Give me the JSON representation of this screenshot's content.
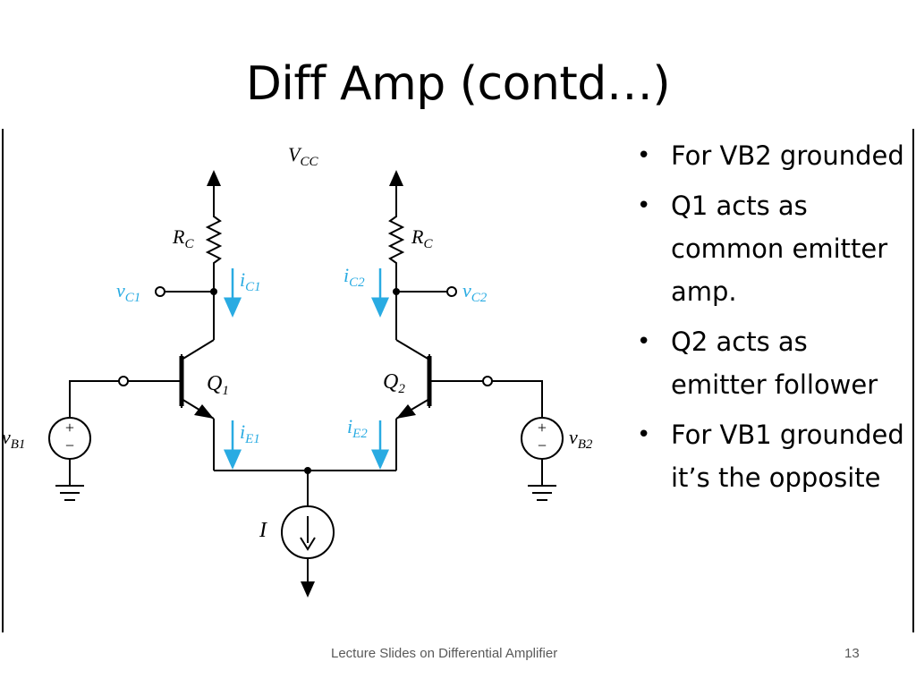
{
  "slide": {
    "title": "Diff Amp (contd…)",
    "footer_text": "Lecture Slides on Differential Amplifier",
    "page_number": "13"
  },
  "bullets": [
    "For VB2 grounded",
    "Q1 acts as common emitter amp.",
    "Q2 acts as emitter follower",
    "For VB1 grounded it’s the opposite"
  ],
  "circuit": {
    "vcc": {
      "main": "V",
      "sub": "CC"
    },
    "rc_left": {
      "main": "R",
      "sub": "C"
    },
    "rc_right": {
      "main": "R",
      "sub": "C"
    },
    "vc1": {
      "main": "v",
      "sub": "C1"
    },
    "vc2": {
      "main": "v",
      "sub": "C2"
    },
    "ic1": {
      "main": "i",
      "sub": "C1"
    },
    "ic2": {
      "main": "i",
      "sub": "C2"
    },
    "ie1": {
      "main": "i",
      "sub": "E1"
    },
    "ie2": {
      "main": "i",
      "sub": "E2"
    },
    "q1": {
      "main": "Q",
      "sub": "1"
    },
    "q2": {
      "main": "Q",
      "sub": "2"
    },
    "vb1": {
      "main": "v",
      "sub": "B1"
    },
    "vb2": {
      "main": "v",
      "sub": "B2"
    },
    "i_source": "I",
    "plus": "+",
    "minus": "−",
    "current_label_color": "#29abe2",
    "wire_color": "#000000"
  }
}
